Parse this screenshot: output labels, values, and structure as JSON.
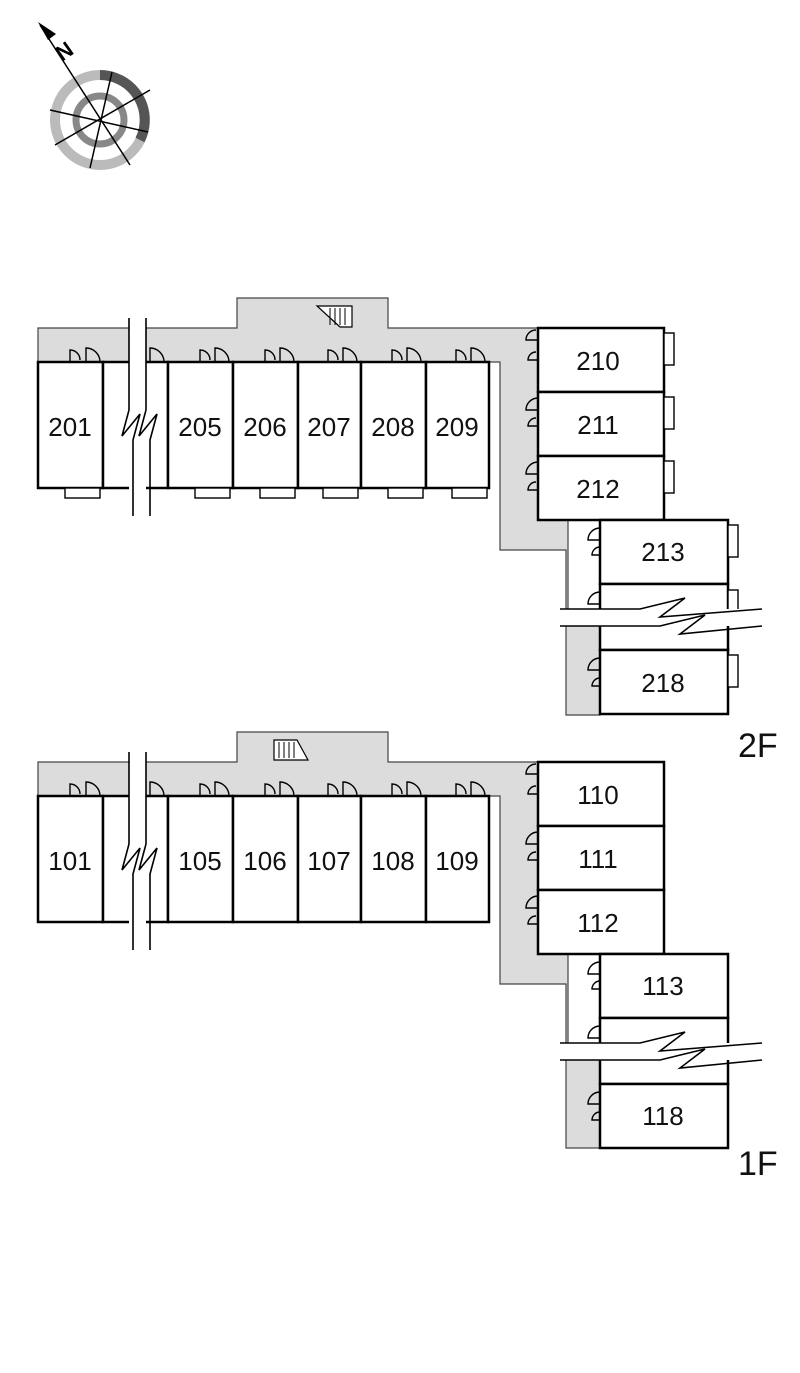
{
  "compass": {
    "north_letter": "N",
    "icon": "compass-rose-icon"
  },
  "floors": [
    {
      "id": "2F",
      "label": "2F",
      "top_rooms": [
        "201",
        "205",
        "206",
        "207",
        "208",
        "209"
      ],
      "side_rooms": [
        "210",
        "211",
        "212"
      ],
      "outer_rooms": [
        "213",
        "218"
      ]
    },
    {
      "id": "1F",
      "label": "1F",
      "top_rooms": [
        "101",
        "105",
        "106",
        "107",
        "108",
        "109"
      ],
      "side_rooms": [
        "110",
        "111",
        "112"
      ],
      "outer_rooms": [
        "113",
        "118"
      ]
    }
  ],
  "colors": {
    "corridor": "#dcdcdc",
    "wall": "#000000"
  },
  "icons": [
    "compass-rose-icon",
    "stairs-icon",
    "door-icon",
    "balcony-icon",
    "break-line-icon"
  ]
}
